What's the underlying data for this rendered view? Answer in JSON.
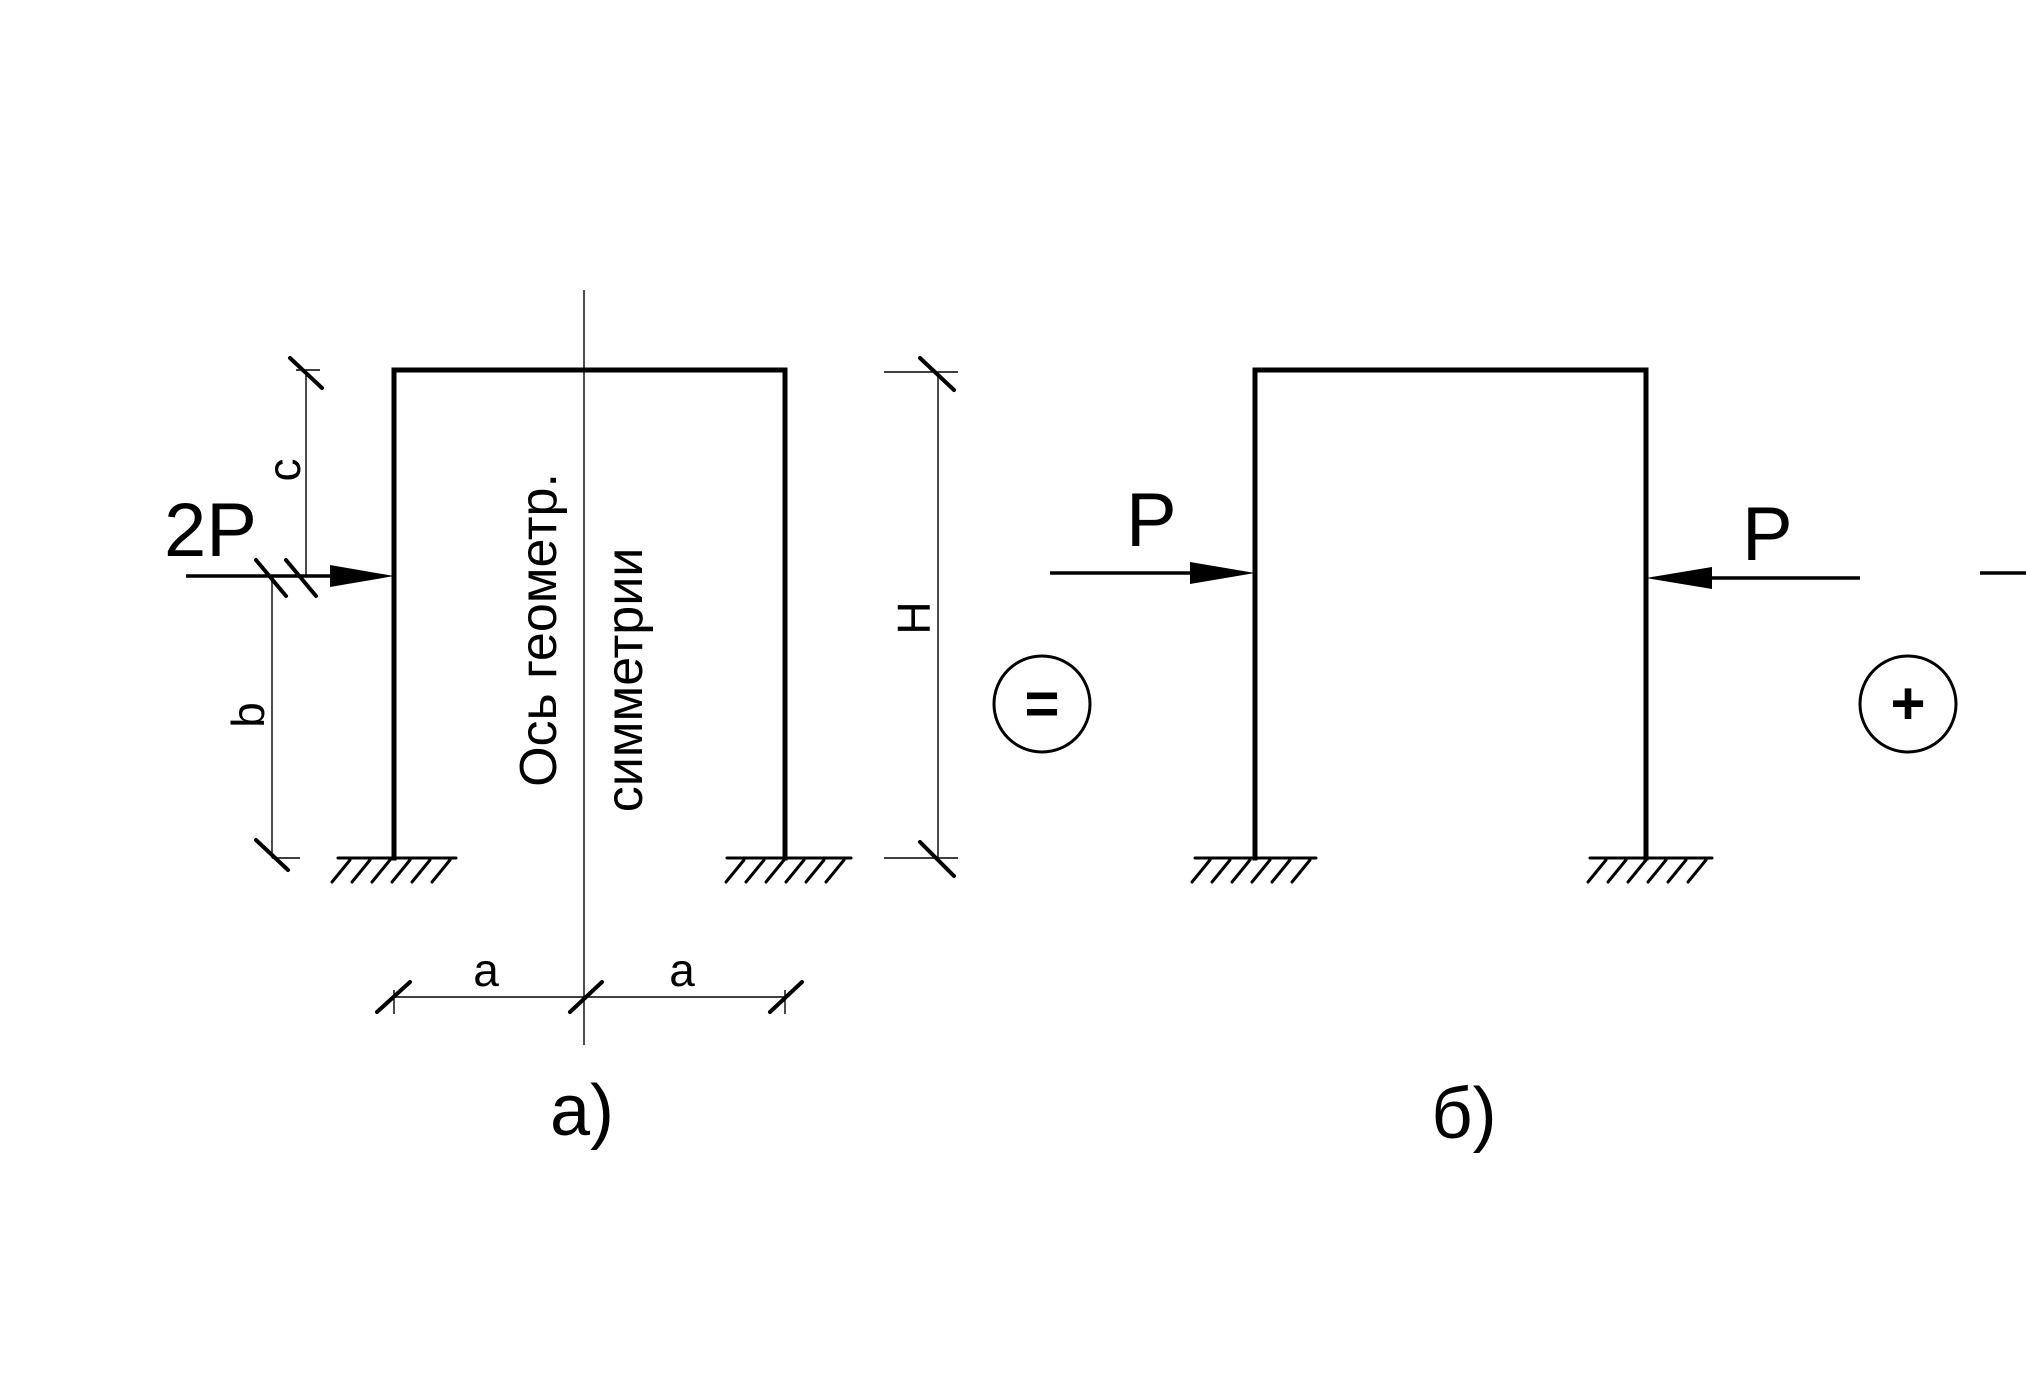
{
  "figure_a": {
    "load_label": "2P",
    "dim_c": "c",
    "dim_b": "b",
    "dim_h": "H",
    "dim_a_left": "a",
    "dim_a_right": "a",
    "axis_label_line1": "Ось геометр.",
    "axis_label_line2": "симметрии",
    "caption": "а)"
  },
  "operator_equals": "=",
  "figure_b": {
    "load_left_label": "P",
    "load_right_label": "P",
    "caption": "б)"
  },
  "operator_plus": "+"
}
